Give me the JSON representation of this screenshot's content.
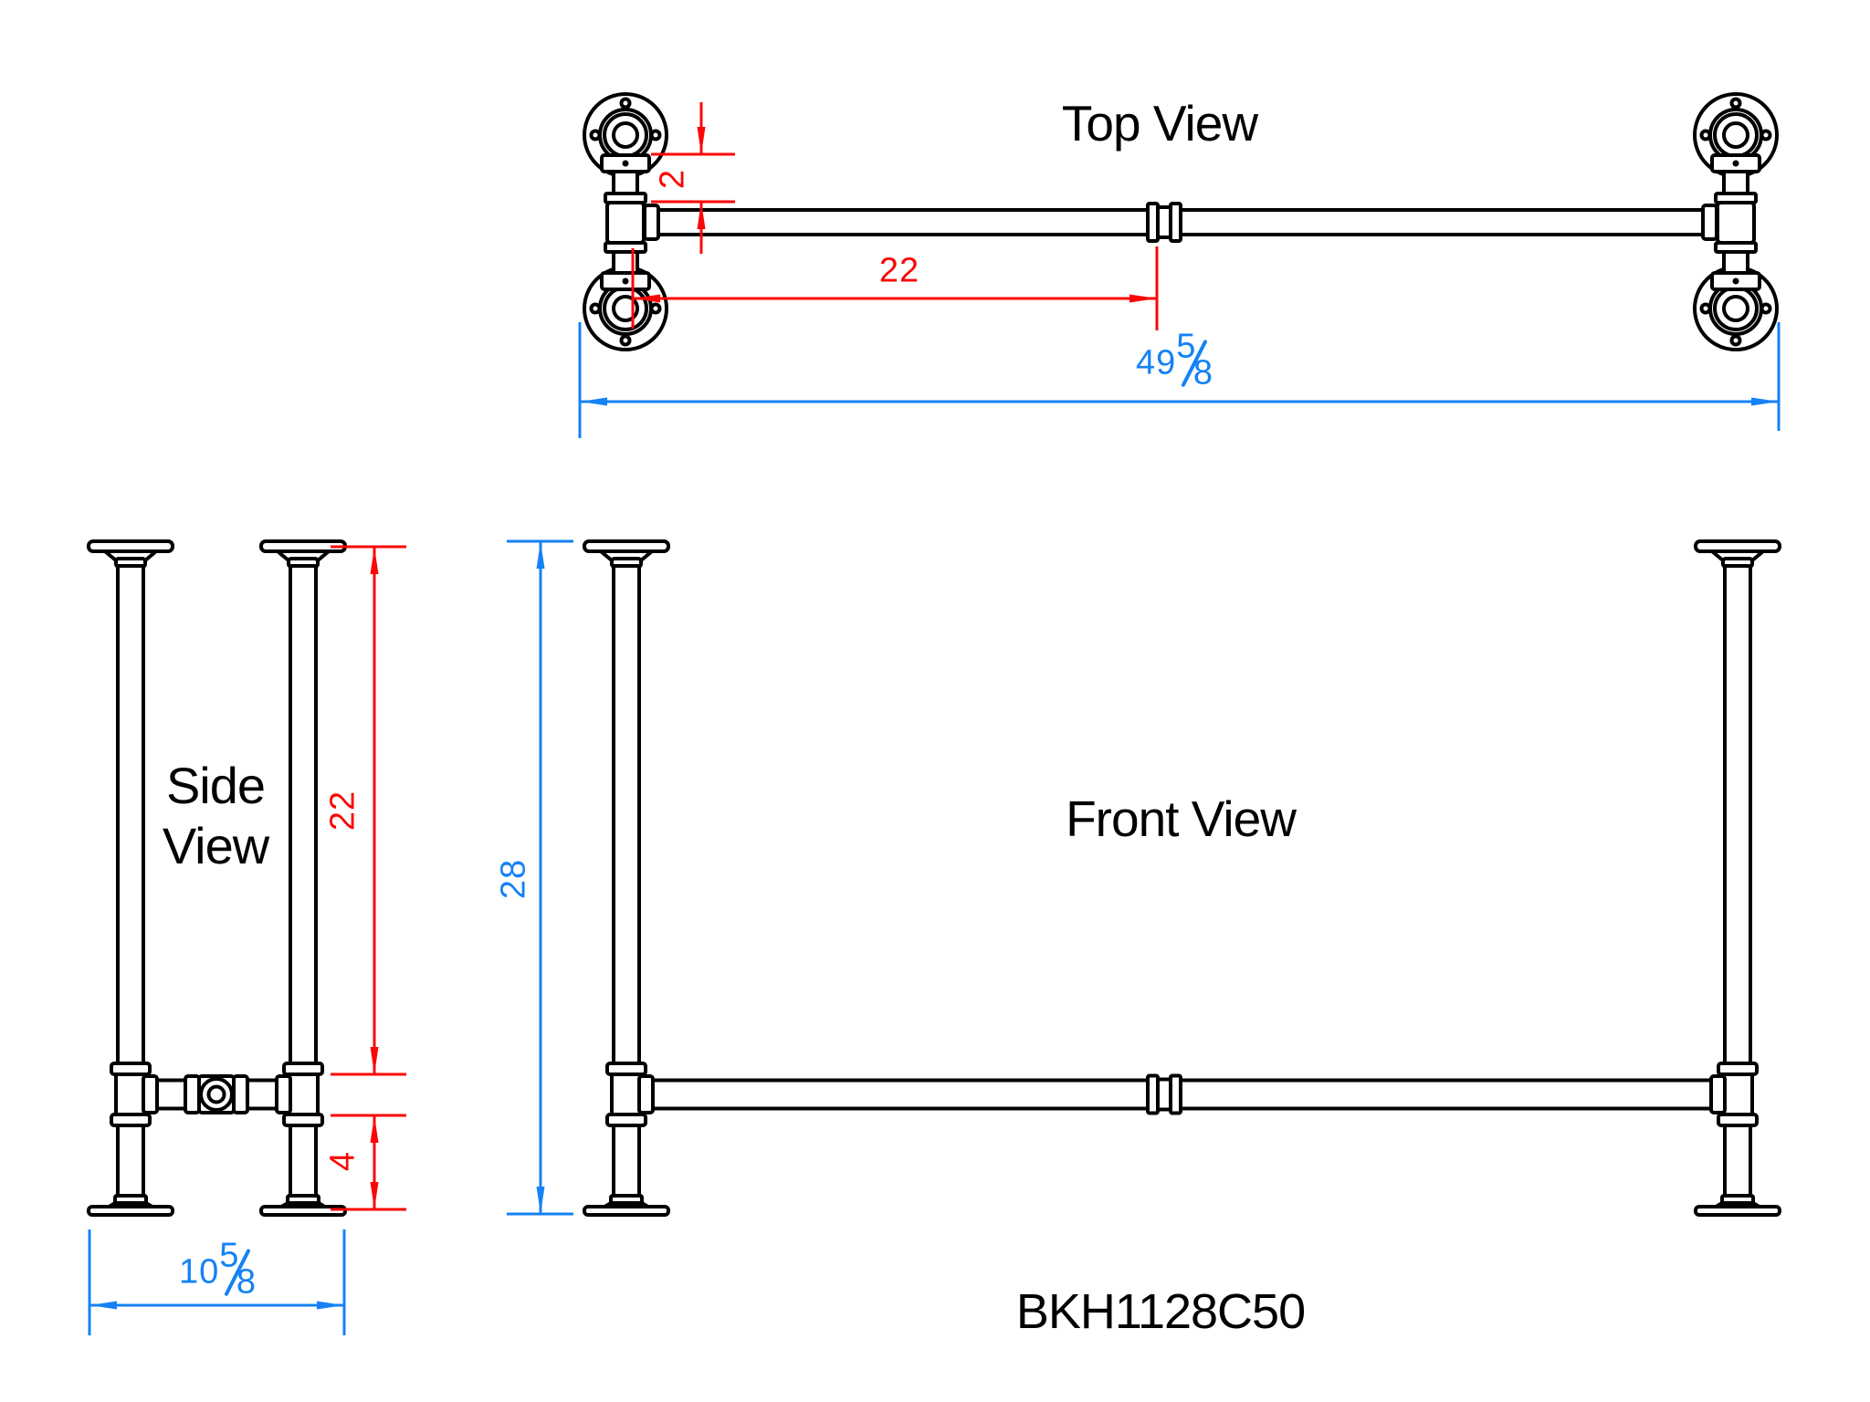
{
  "labels": {
    "top_view_title": "Top View",
    "side_view_line1": "Side",
    "side_view_line2": "View",
    "front_view_title": "Front View",
    "part_number": "BKH1128C50"
  },
  "dimensions": {
    "top_view": {
      "flange_to_rail_offset": "2",
      "leg_center_to_middle": "22",
      "overall_width_whole": "49",
      "overall_width_numerator": "5",
      "overall_width_denominator": "8"
    },
    "side_view": {
      "upper_leg_height": "22",
      "lower_rail_height": "4",
      "depth_whole": "10",
      "depth_numerator": "5",
      "depth_denominator": "8"
    },
    "front_view": {
      "overall_height": "28"
    }
  },
  "colors": {
    "line": "#000000",
    "dimension_red": "#fb0606",
    "dimension_blue": "#1482f5"
  }
}
